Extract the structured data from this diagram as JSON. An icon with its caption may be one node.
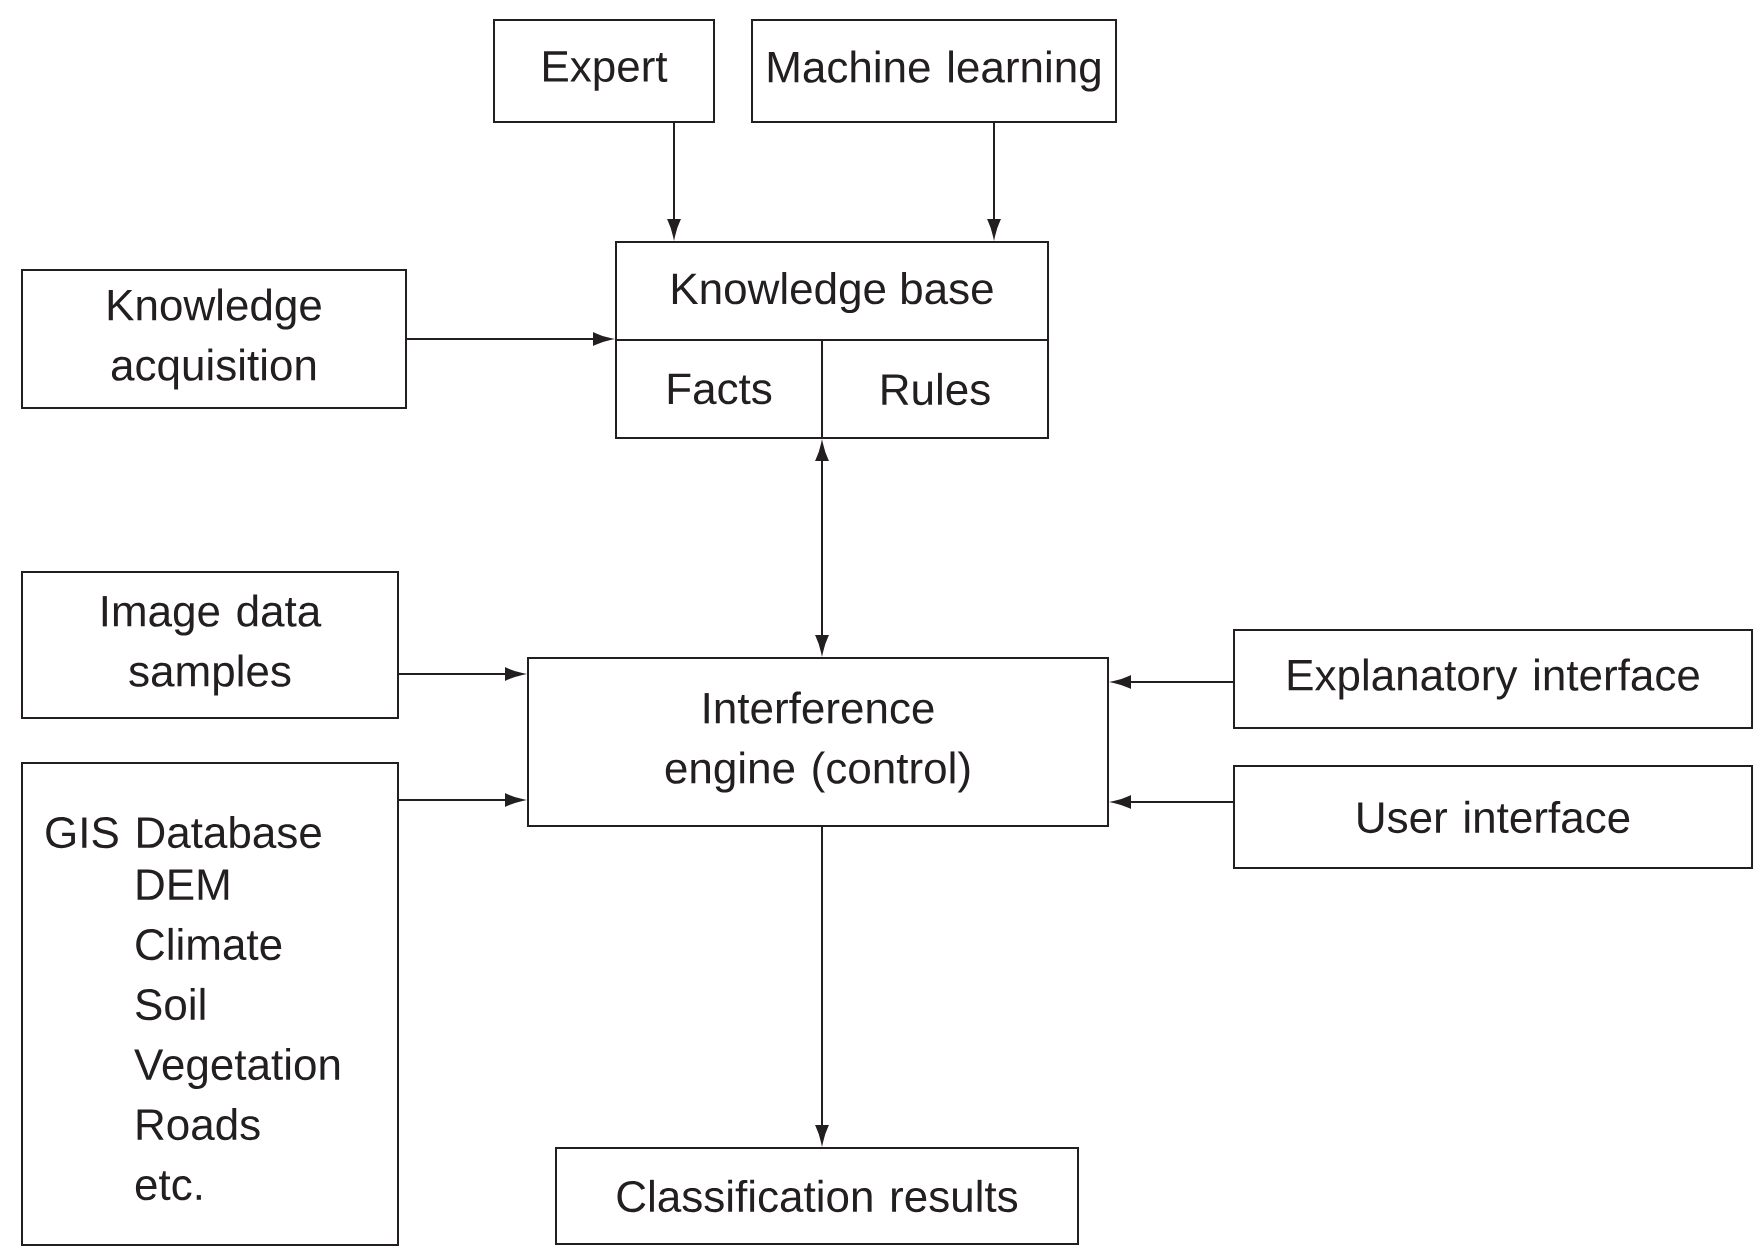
{
  "diagram": {
    "nodes": [
      {
        "text": [
          "Expert"
        ]
      },
      {
        "text": [
          "Machine learning"
        ]
      },
      {
        "text": [
          "Knowledge acquisition"
        ]
      },
      {
        "text": [
          "Knowledge base"
        ]
      },
      {
        "text": [
          "Facts"
        ],
        "in": 3
      },
      {
        "text": [
          "Rules"
        ],
        "in": 3
      },
      {
        "text": [
          "Image data samples"
        ]
      },
      {
        "text": [
          "Interference engine (control)"
        ]
      },
      {
        "text": [
          "Explanatory interface"
        ]
      },
      {
        "text": [
          "GIS Database",
          "DEM",
          "Climate",
          "Soil",
          "Vegetation",
          "Roads",
          "etc."
        ]
      },
      {
        "text": [
          "User interface"
        ]
      },
      {
        "text": [
          "Classification results"
        ]
      }
    ],
    "edges": [
      {
        "from": 0,
        "to": 3,
        "arrow": "to"
      },
      {
        "from": 1,
        "to": 3,
        "arrow": "to"
      },
      {
        "from": 2,
        "to": 3,
        "arrow": "to"
      },
      {
        "from": 3,
        "to": 7,
        "arrow": "both"
      },
      {
        "from": 6,
        "to": 7,
        "arrow": "to"
      },
      {
        "from": 9,
        "to": 7,
        "arrow": "to"
      },
      {
        "from": 8,
        "to": 7,
        "arrow": "to"
      },
      {
        "from": 10,
        "to": 7,
        "arrow": "to"
      },
      {
        "from": 7,
        "to": 11,
        "arrow": "to"
      }
    ]
  }
}
